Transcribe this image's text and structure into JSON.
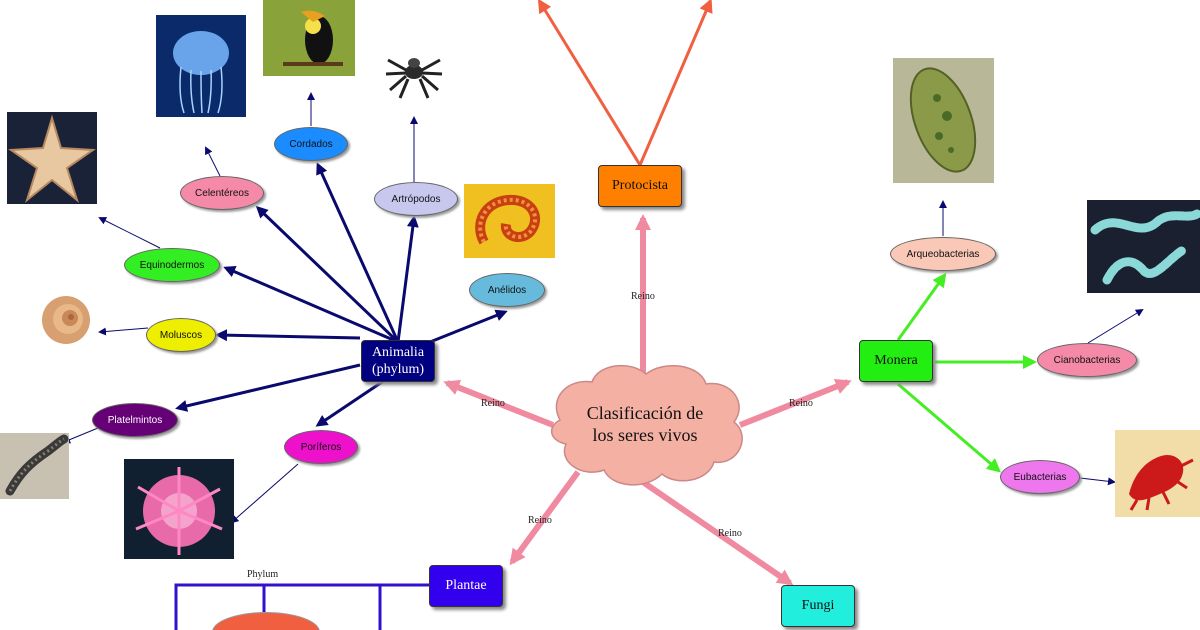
{
  "center": {
    "label_line1": "Clasificación de",
    "label_line2": "los seres vivos"
  },
  "kingdoms": {
    "protocista": "Protocista",
    "animalia_line1": "Animalia",
    "animalia_line2": "(phylum)",
    "monera": "Monera",
    "plantae": "Plantae",
    "fungi": "Fungi"
  },
  "edge_labels": {
    "reino": "Reino",
    "phylum": "Phylum"
  },
  "animal_phyla": {
    "celentereos": "Celentéreos",
    "cordados": "Cordados",
    "artropodos": "Artrópodos",
    "equinodermos": "Equinodermos",
    "anelidos": "Anélidos",
    "moluscos": "Moluscos",
    "platelmintos": "Platelmintos",
    "poriferos": "Poríferos"
  },
  "monera_groups": {
    "arqueobacterias": "Arqueobacterias",
    "cianobacterias": "Cianobacterias",
    "eubacterias": "Eubacterias"
  },
  "colors": {
    "pink_arrow": "#f08aa0",
    "protocista_arrow": "#f06040",
    "navy_arrow": "#0a0a6e",
    "green_arrow": "#44ee22",
    "plantae_line": "#3311cc",
    "cloud_fill": "#f5b0a4"
  },
  "images": [
    "jellyfish-photo",
    "toucan-photo",
    "spider-photo",
    "starfish-photo",
    "millipede-photo",
    "snail-photo",
    "flatworm-photo",
    "sea-anemone-photo",
    "paramecium-photo",
    "cyanobacteria-photo",
    "bacteria-photo"
  ]
}
